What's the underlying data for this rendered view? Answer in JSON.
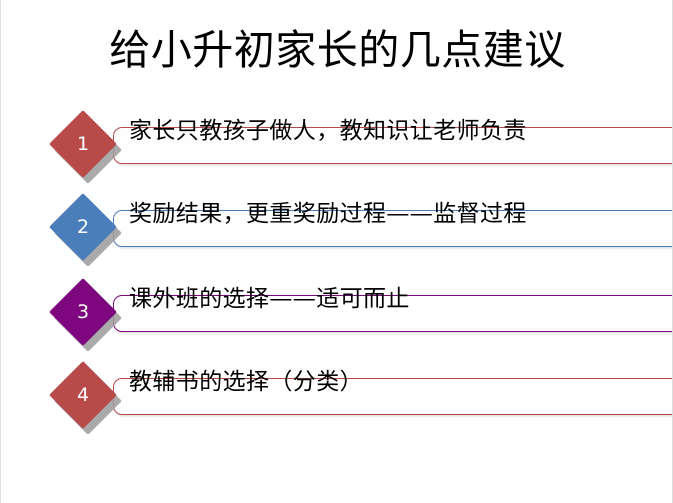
{
  "slide": {
    "title": "给小升初家长的几点建议",
    "background_color": "#ffffff",
    "text_color": "#000000"
  },
  "items": [
    {
      "number": "1",
      "text": "家长只教孩子做人，教知识让老师负责",
      "accent_color": "#b94a4a",
      "shadow_color": "#9b9b9b"
    },
    {
      "number": "2",
      "text": "奖励结果，更重奖励过程——监督过程",
      "accent_color": "#4a7ebb",
      "shadow_color": "#9b9b9b"
    },
    {
      "number": "3",
      "text": "课外班的选择——适可而止",
      "accent_color": "#7e067e",
      "shadow_color": "#9b9b9b"
    },
    {
      "number": "4",
      "text": "教辅书的选择（分类）",
      "accent_color": "#b94a4a",
      "shadow_color": "#9b9b9b"
    }
  ]
}
